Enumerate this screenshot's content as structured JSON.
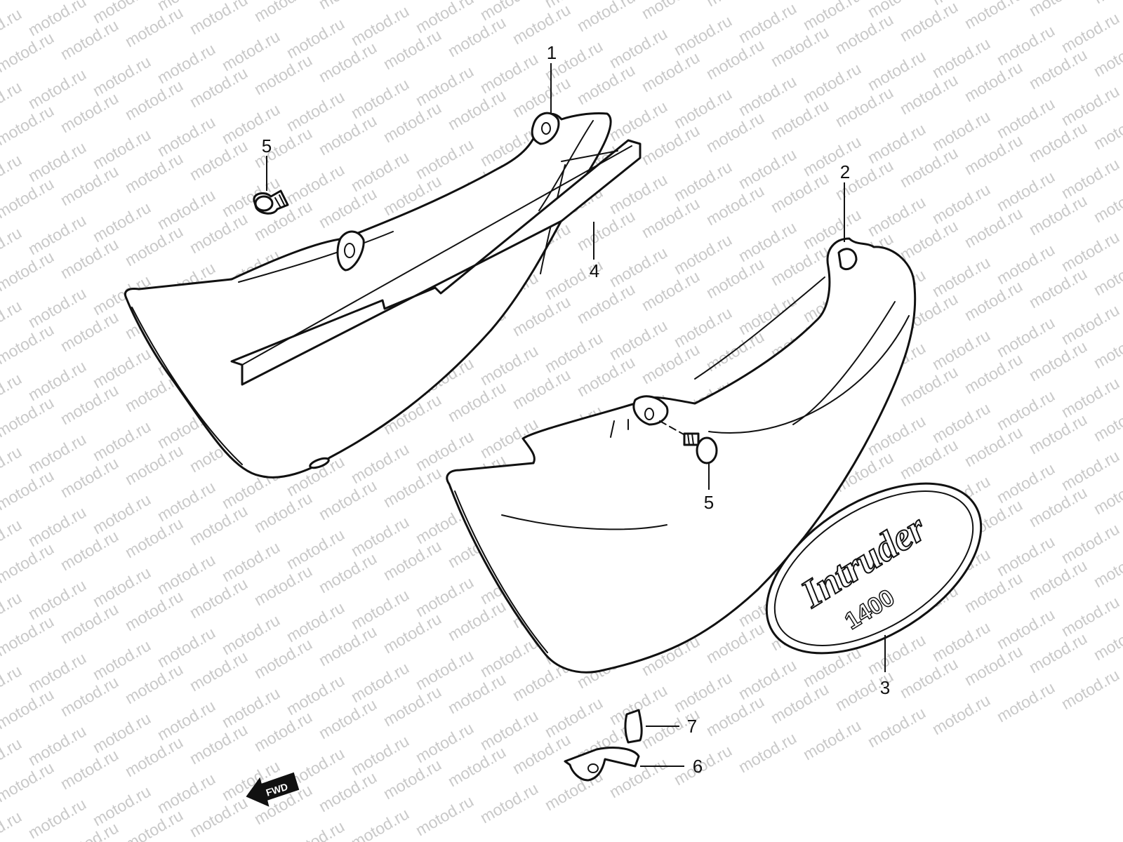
{
  "watermark": {
    "text": "motod.ru"
  },
  "callouts": [
    {
      "id": "frame-cover-left",
      "number": "1"
    },
    {
      "id": "frame-cover-right",
      "number": "2"
    },
    {
      "id": "emblem",
      "number": "3"
    },
    {
      "id": "rail-cover",
      "number": "4"
    },
    {
      "id": "screw-top",
      "number": "5"
    },
    {
      "id": "screw-bottom",
      "number": "5"
    },
    {
      "id": "clip",
      "number": "6"
    },
    {
      "id": "cushion",
      "number": "7"
    }
  ],
  "emblem_text": {
    "script": "Intruder",
    "model": "1400"
  },
  "fwd_arrow": {
    "label": "FWD",
    "icon": "left-arrow-icon"
  }
}
